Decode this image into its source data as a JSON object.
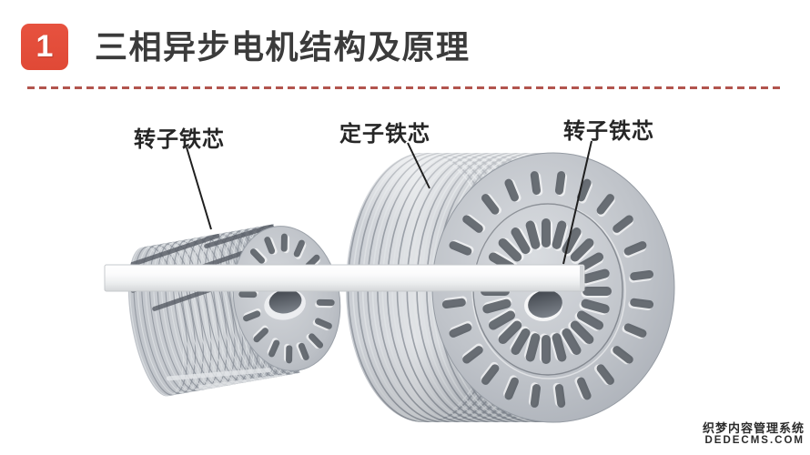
{
  "slide": {
    "badge_number": "1",
    "title": "三相异步电机结构及原理"
  },
  "figure": {
    "label_rotor_left": "转子铁芯",
    "label_stator": "定子铁芯",
    "label_rotor_right": "转子铁芯",
    "rotor_slot_count": 16,
    "stator_inner_slot_count": 24,
    "stator_outer_slot_count": 24
  },
  "watermark": {
    "line1": "织梦内容管理系统",
    "line2": "DEDECMS.COM"
  },
  "colors": {
    "accent_red": "#e7523f",
    "divider_red": "#b2554e",
    "title_text": "#3b3b3b",
    "label_text": "#262626",
    "metal_light": "#dfe2e5",
    "metal_mid": "#b9bdc4",
    "metal_dark": "#8a9098",
    "slot_dark": "#5a5f66",
    "shaft_white": "#f7f8f9"
  }
}
